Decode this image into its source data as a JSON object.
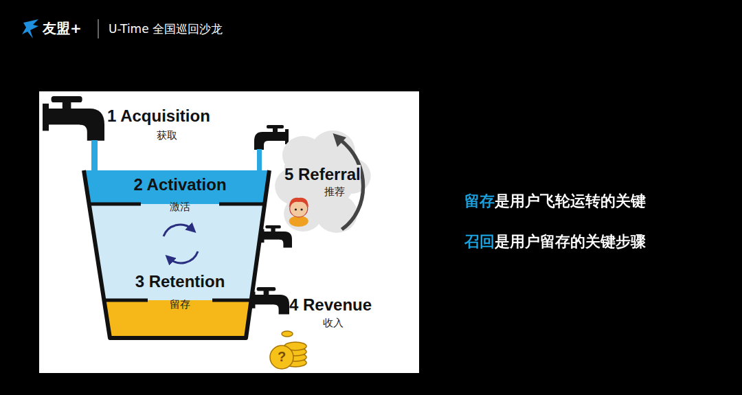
{
  "diagram": {
    "nodes": [
      {
        "text": [
          "2 Activation",
          "激活"
        ]
      },
      {
        "text": [
          "3 Retention",
          "留存"
        ]
      },
      {
        "text": [
          "5 Referral",
          "推荐"
        ]
      }
    ],
    "labels": [
      "友盟+",
      "U-Time 全国巡回沙龙",
      "1 Acquisition",
      "获取",
      "4 Revenue",
      "收入",
      "?",
      "留存是用户飞轮运转的关键",
      "召回是用户留存的关键步骤"
    ]
  }
}
